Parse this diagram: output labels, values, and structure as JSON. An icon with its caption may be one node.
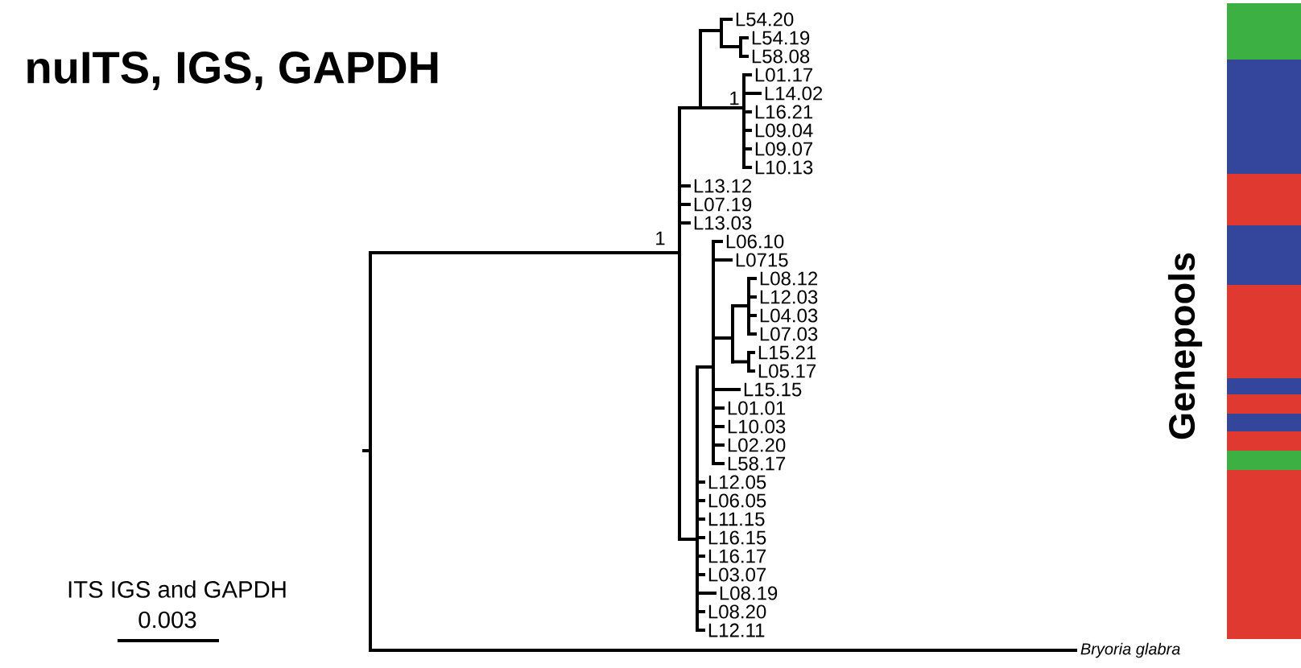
{
  "diagram": {
    "title": "nuITS, IGS, GAPDH",
    "labels": [
      "L54.20",
      "L54.19",
      "L58.08",
      "L01.17",
      "L14.02",
      "L16.21",
      "L09.04",
      "L09.07",
      "L10.13",
      "L13.12",
      "L07.19",
      "L13.03",
      "L06.10",
      "L0715",
      "L08.12",
      "L12.03",
      "L04.03",
      "L07.03",
      "L15.21",
      "L05.17",
      "L15.15",
      "L01.01",
      "L10.03",
      "L02.20",
      "L58.17",
      "L12.05",
      "L06.05",
      "L11.15",
      "L16.15",
      "L16.17",
      "L03.07",
      "L08.19",
      "L08.20",
      "L12.11",
      "Bryoria glabra",
      "1",
      "1",
      "Genepools",
      "ITS IGS and GAPDH",
      "0.003"
    ]
  }
}
